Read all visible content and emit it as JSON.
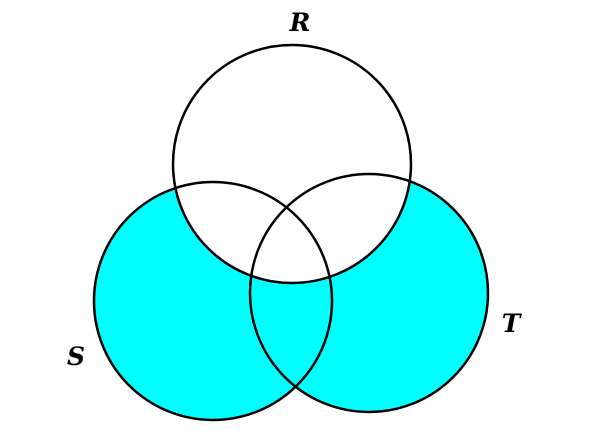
{
  "diagram": {
    "type": "venn",
    "sets": [
      {
        "id": "R",
        "label": "R",
        "shaded": false
      },
      {
        "id": "S",
        "label": "S",
        "shaded": true
      },
      {
        "id": "T",
        "label": "T",
        "shaded": true
      }
    ],
    "shaded_region": "(S ∪ T) − R",
    "shade_color": "#00ffff",
    "outline_color": "#000000"
  }
}
